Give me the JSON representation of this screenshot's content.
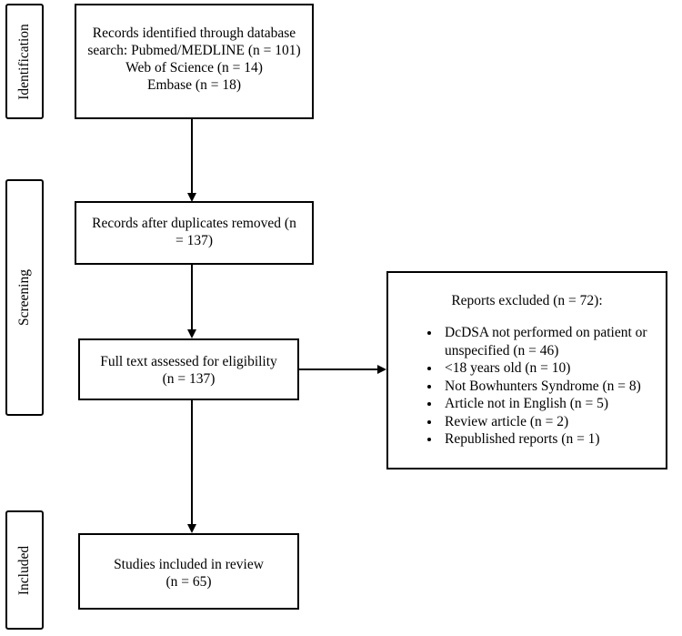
{
  "phases": {
    "identification": "Identification",
    "screening": "Screening",
    "included": "Included"
  },
  "boxes": {
    "identified": {
      "line1": "Records identified through database",
      "line2": "search: Pubmed/MEDLINE (n = 101)",
      "line3": "Web of Science (n = 14)",
      "line4": "Embase (n = 18)"
    },
    "dedup": {
      "line1": "Records after duplicates removed (n",
      "line2": "= 137)"
    },
    "fulltext": {
      "line1": "Full text assessed for eligibility",
      "line2": "(n = 137)"
    },
    "included": {
      "line1": "Studies included in review",
      "line2": "(n = 65)"
    },
    "excluded": {
      "title": "Reports excluded (n = 72):",
      "reasons": [
        "DcDSA not performed on patient or unspecified (n = 46)",
        "<18 years old (n = 10)",
        "Not Bowhunters Syndrome (n = 8)",
        "Article not in English (n = 5)",
        "Review article (n = 2)",
        "Republished reports (n = 1)"
      ]
    }
  }
}
